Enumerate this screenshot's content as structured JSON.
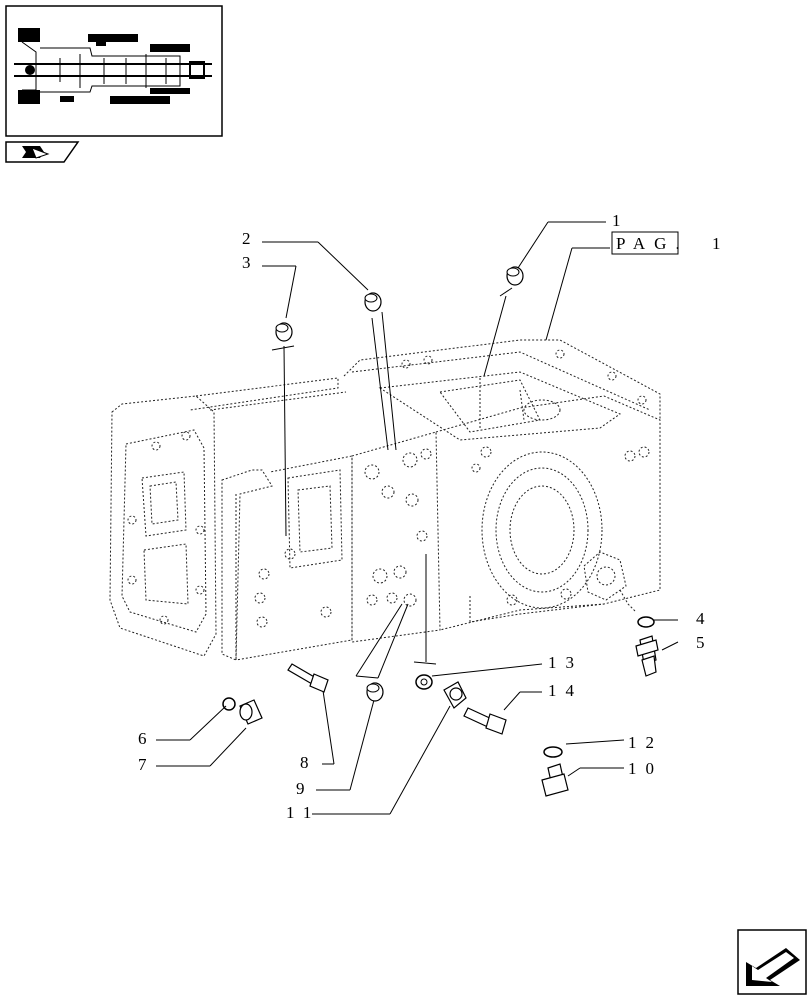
{
  "thumbnail": {
    "icon": "transmission-section-thumbnail"
  },
  "nav_badge": {
    "icon": "book-arrow-icon"
  },
  "next_button": {
    "icon": "next-page-arrow-icon"
  },
  "page_ref": {
    "label": "PAG.",
    "number": "1"
  },
  "callouts": {
    "c1": "1",
    "c2": "2",
    "c3": "3",
    "c4": "4",
    "c5": "5",
    "c6": "6",
    "c7": "7",
    "c8": "8",
    "c9": "9",
    "c10": "10",
    "c11": "11",
    "c12": "12",
    "c13": "13",
    "c14": "14"
  }
}
